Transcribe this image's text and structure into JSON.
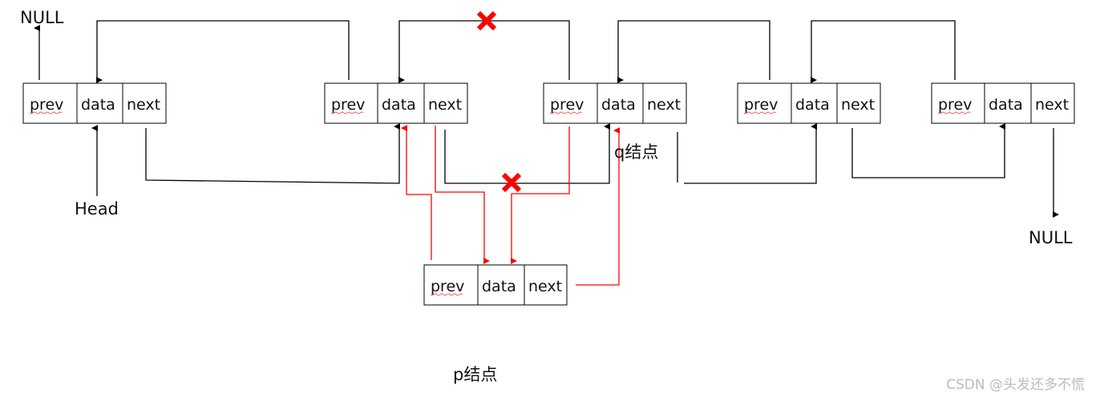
{
  "fields": {
    "prev": "prev",
    "data": "data",
    "next": "next"
  },
  "labels": {
    "null_left": "NULL",
    "null_right": "NULL",
    "head": "Head",
    "q_node": "q结点",
    "p_node": "p结点"
  },
  "watermark": "CSDN @头发还多不慌",
  "colors": {
    "line": "#000000",
    "new_link": "#ff0000"
  }
}
